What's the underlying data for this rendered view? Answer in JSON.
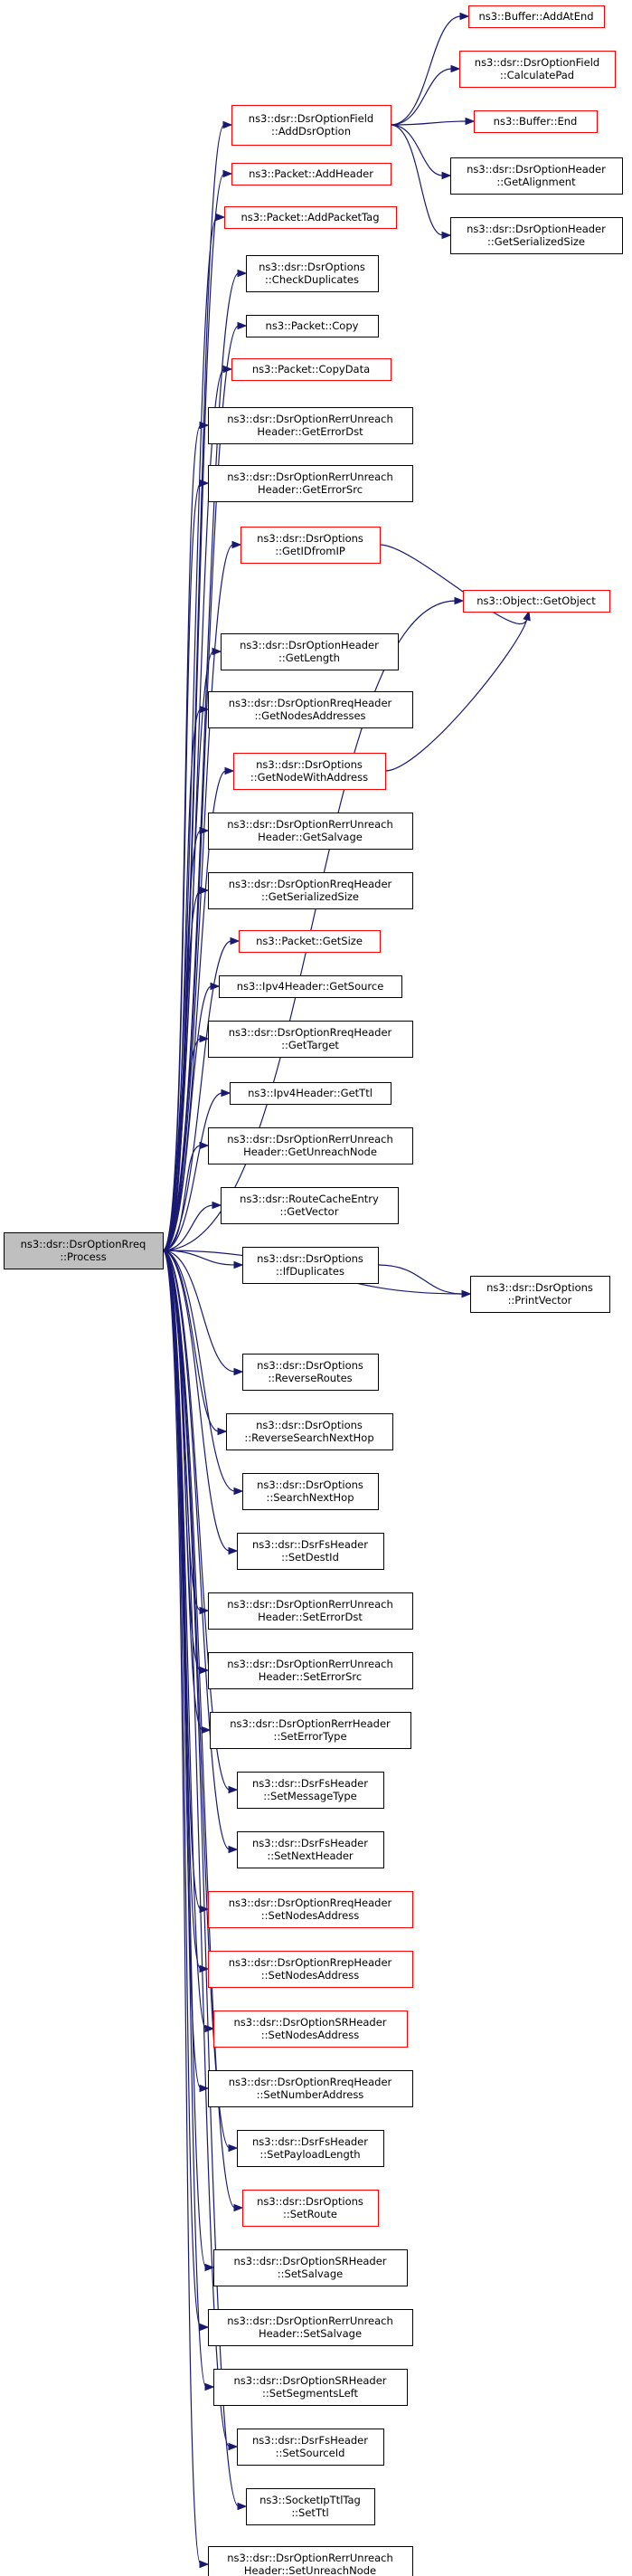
{
  "root": "r",
  "nodes": [
    {
      "id": "r",
      "lines": [
        "ns3::dsr::DsrOptionRreq",
        "::Process"
      ],
      "style": "root"
    },
    {
      "id": "n1",
      "lines": [
        "ns3::dsr::DsrOptionField",
        "::AddDsrOption"
      ],
      "style": "red"
    },
    {
      "id": "n2",
      "lines": [
        "ns3::Packet::AddHeader"
      ],
      "style": "red"
    },
    {
      "id": "n3",
      "lines": [
        "ns3::Packet::AddPacketTag"
      ],
      "style": "red"
    },
    {
      "id": "n4",
      "lines": [
        "ns3::dsr::DsrOptions",
        "::CheckDuplicates"
      ],
      "style": "black"
    },
    {
      "id": "n5",
      "lines": [
        "ns3::Packet::Copy"
      ],
      "style": "black"
    },
    {
      "id": "n6",
      "lines": [
        "ns3::Packet::CopyData"
      ],
      "style": "red"
    },
    {
      "id": "n7",
      "lines": [
        "ns3::dsr::DsrOptionRerrUnreach",
        "Header::GetErrorDst"
      ],
      "style": "black"
    },
    {
      "id": "n8",
      "lines": [
        "ns3::dsr::DsrOptionRerrUnreach",
        "Header::GetErrorSrc"
      ],
      "style": "black"
    },
    {
      "id": "n9",
      "lines": [
        "ns3::dsr::DsrOptions",
        "::GetIDfromIP"
      ],
      "style": "red"
    },
    {
      "id": "n10",
      "lines": [
        "ns3::dsr::DsrOptionHeader",
        "::GetLength"
      ],
      "style": "black"
    },
    {
      "id": "n11",
      "lines": [
        "ns3::dsr::DsrOptionRreqHeader",
        "::GetNodesAddresses"
      ],
      "style": "black"
    },
    {
      "id": "n12",
      "lines": [
        "ns3::dsr::DsrOptions",
        "::GetNodeWithAddress"
      ],
      "style": "red"
    },
    {
      "id": "n13",
      "lines": [
        "ns3::dsr::DsrOptionRerrUnreach",
        "Header::GetSalvage"
      ],
      "style": "black"
    },
    {
      "id": "n14",
      "lines": [
        "ns3::dsr::DsrOptionRreqHeader",
        "::GetSerializedSize"
      ],
      "style": "black"
    },
    {
      "id": "n15",
      "lines": [
        "ns3::Packet::GetSize"
      ],
      "style": "red"
    },
    {
      "id": "n16",
      "lines": [
        "ns3::Ipv4Header::GetSource"
      ],
      "style": "black"
    },
    {
      "id": "n17",
      "lines": [
        "ns3::dsr::DsrOptionRreqHeader",
        "::GetTarget"
      ],
      "style": "black"
    },
    {
      "id": "n18",
      "lines": [
        "ns3::Ipv4Header::GetTtl"
      ],
      "style": "black"
    },
    {
      "id": "n19",
      "lines": [
        "ns3::dsr::DsrOptionRerrUnreach",
        "Header::GetUnreachNode"
      ],
      "style": "black"
    },
    {
      "id": "n20",
      "lines": [
        "ns3::dsr::RouteCacheEntry",
        "::GetVector"
      ],
      "style": "black"
    },
    {
      "id": "n21",
      "lines": [
        "ns3::dsr::DsrOptions",
        "::IfDuplicates"
      ],
      "style": "black"
    },
    {
      "id": "n22",
      "lines": [
        "ns3::dsr::DsrOptions",
        "::ReverseRoutes"
      ],
      "style": "black"
    },
    {
      "id": "n23",
      "lines": [
        "ns3::dsr::DsrOptions",
        "::ReverseSearchNextHop"
      ],
      "style": "black"
    },
    {
      "id": "n24",
      "lines": [
        "ns3::dsr::DsrOptions",
        "::SearchNextHop"
      ],
      "style": "black"
    },
    {
      "id": "n25",
      "lines": [
        "ns3::dsr::DsrFsHeader",
        "::SetDestId"
      ],
      "style": "black"
    },
    {
      "id": "n26",
      "lines": [
        "ns3::dsr::DsrOptionRerrUnreach",
        "Header::SetErrorDst"
      ],
      "style": "black"
    },
    {
      "id": "n27",
      "lines": [
        "ns3::dsr::DsrOptionRerrUnreach",
        "Header::SetErrorSrc"
      ],
      "style": "black"
    },
    {
      "id": "n28",
      "lines": [
        "ns3::dsr::DsrOptionRerrHeader",
        "::SetErrorType"
      ],
      "style": "black"
    },
    {
      "id": "n29",
      "lines": [
        "ns3::dsr::DsrFsHeader",
        "::SetMessageType"
      ],
      "style": "black"
    },
    {
      "id": "n30",
      "lines": [
        "ns3::dsr::DsrFsHeader",
        "::SetNextHeader"
      ],
      "style": "black"
    },
    {
      "id": "n31",
      "lines": [
        "ns3::dsr::DsrOptionRreqHeader",
        "::SetNodesAddress"
      ],
      "style": "red"
    },
    {
      "id": "n32",
      "lines": [
        "ns3::dsr::DsrOptionRrepHeader",
        "::SetNodesAddress"
      ],
      "style": "red"
    },
    {
      "id": "n33",
      "lines": [
        "ns3::dsr::DsrOptionSRHeader",
        "::SetNodesAddress"
      ],
      "style": "red"
    },
    {
      "id": "n34",
      "lines": [
        "ns3::dsr::DsrOptionRreqHeader",
        "::SetNumberAddress"
      ],
      "style": "black"
    },
    {
      "id": "n35",
      "lines": [
        "ns3::dsr::DsrFsHeader",
        "::SetPayloadLength"
      ],
      "style": "black"
    },
    {
      "id": "n36",
      "lines": [
        "ns3::dsr::DsrOptions",
        "::SetRoute"
      ],
      "style": "red"
    },
    {
      "id": "n37",
      "lines": [
        "ns3::dsr::DsrOptionSRHeader",
        "::SetSalvage"
      ],
      "style": "black"
    },
    {
      "id": "n38",
      "lines": [
        "ns3::dsr::DsrOptionRerrUnreach",
        "Header::SetSalvage"
      ],
      "style": "black"
    },
    {
      "id": "n39",
      "lines": [
        "ns3::dsr::DsrOptionSRHeader",
        "::SetSegmentsLeft"
      ],
      "style": "black"
    },
    {
      "id": "n40",
      "lines": [
        "ns3::dsr::DsrFsHeader",
        "::SetSourceId"
      ],
      "style": "black"
    },
    {
      "id": "n41",
      "lines": [
        "ns3::SocketIpTtlTag",
        "::SetTtl"
      ],
      "style": "black"
    },
    {
      "id": "n42",
      "lines": [
        "ns3::dsr::DsrOptionRerrUnreach",
        "Header::SetUnreachNode"
      ],
      "style": "black"
    },
    {
      "id": "c1",
      "lines": [
        "ns3::Buffer::AddAtEnd"
      ],
      "style": "red"
    },
    {
      "id": "c2",
      "lines": [
        "ns3::dsr::DsrOptionField",
        "::CalculatePad"
      ],
      "style": "red"
    },
    {
      "id": "c3",
      "lines": [
        "ns3::Buffer::End"
      ],
      "style": "red"
    },
    {
      "id": "c4",
      "lines": [
        "ns3::dsr::DsrOptionHeader",
        "::GetAlignment"
      ],
      "style": "black"
    },
    {
      "id": "c5",
      "lines": [
        "ns3::dsr::DsrOptionHeader",
        "::GetSerializedSize"
      ],
      "style": "black"
    },
    {
      "id": "c6",
      "lines": [
        "ns3::Object::GetObject"
      ],
      "style": "red"
    },
    {
      "id": "c7",
      "lines": [
        "ns3::dsr::DsrOptions",
        "::PrintVector"
      ],
      "style": "black"
    }
  ],
  "edges": [
    [
      "r",
      "n1"
    ],
    [
      "r",
      "n2"
    ],
    [
      "r",
      "n3"
    ],
    [
      "r",
      "n4"
    ],
    [
      "r",
      "n5"
    ],
    [
      "r",
      "n6"
    ],
    [
      "r",
      "n7"
    ],
    [
      "r",
      "n8"
    ],
    [
      "r",
      "n9"
    ],
    [
      "r",
      "c6"
    ],
    [
      "r",
      "n10"
    ],
    [
      "r",
      "n11"
    ],
    [
      "r",
      "n12"
    ],
    [
      "r",
      "n13"
    ],
    [
      "r",
      "n14"
    ],
    [
      "r",
      "n15"
    ],
    [
      "r",
      "n16"
    ],
    [
      "r",
      "n17"
    ],
    [
      "r",
      "n18"
    ],
    [
      "r",
      "n19"
    ],
    [
      "r",
      "n20"
    ],
    [
      "r",
      "n21"
    ],
    [
      "r",
      "c7"
    ],
    [
      "r",
      "n22"
    ],
    [
      "r",
      "n23"
    ],
    [
      "r",
      "n24"
    ],
    [
      "r",
      "n25"
    ],
    [
      "r",
      "n26"
    ],
    [
      "r",
      "n27"
    ],
    [
      "r",
      "n28"
    ],
    [
      "r",
      "n29"
    ],
    [
      "r",
      "n30"
    ],
    [
      "r",
      "n31"
    ],
    [
      "r",
      "n32"
    ],
    [
      "r",
      "n33"
    ],
    [
      "r",
      "n34"
    ],
    [
      "r",
      "n35"
    ],
    [
      "r",
      "n36"
    ],
    [
      "r",
      "n37"
    ],
    [
      "r",
      "n38"
    ],
    [
      "r",
      "n39"
    ],
    [
      "r",
      "n40"
    ],
    [
      "r",
      "n41"
    ],
    [
      "r",
      "n42"
    ],
    [
      "n1",
      "c1"
    ],
    [
      "n1",
      "c2"
    ],
    [
      "n1",
      "c3"
    ],
    [
      "n1",
      "c4"
    ],
    [
      "n1",
      "c5"
    ],
    [
      "n9",
      "c6"
    ],
    [
      "n12",
      "c6"
    ],
    [
      "n21",
      "c7"
    ]
  ]
}
